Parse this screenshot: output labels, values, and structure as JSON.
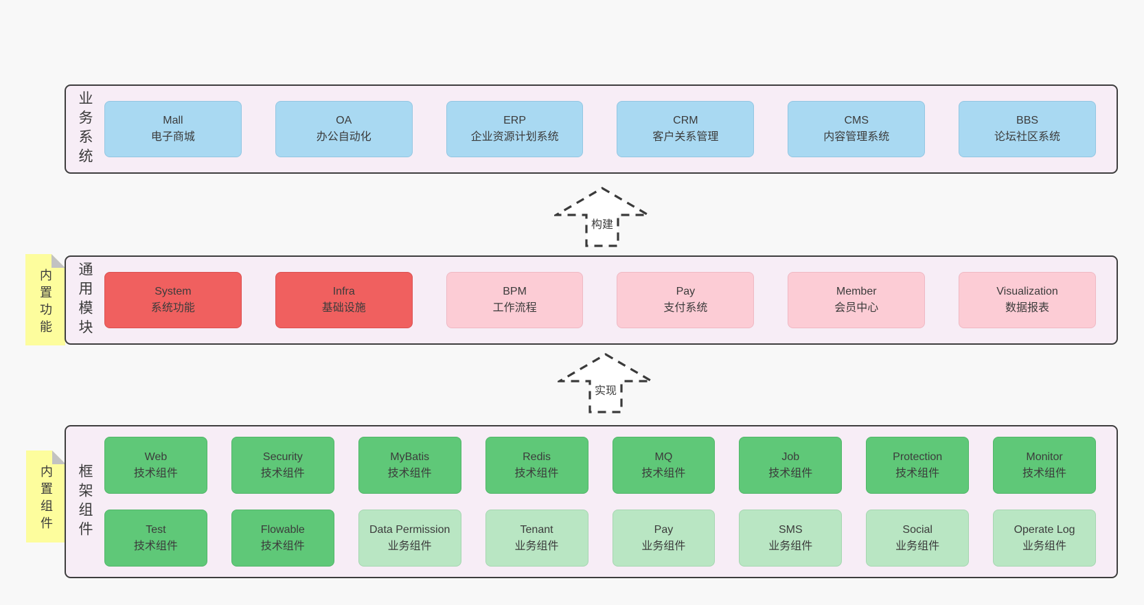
{
  "colors": {
    "page_background": "#f8f8f8",
    "container_fill": "#f7edf6",
    "container_border": "#3d3d3d",
    "blue_box": "#a9d9f2",
    "red_box": "#f0605f",
    "pink_box": "#fcccd5",
    "green_box": "#5fc878",
    "light_green_box": "#b9e6c3",
    "note_yellow": "#fdfd9d",
    "text": "#3b3b3b"
  },
  "arrows": [
    {
      "label": "构建"
    },
    {
      "label": "实现"
    }
  ],
  "layers": [
    {
      "label": "业务系统",
      "boxes": [
        {
          "name": "Mall",
          "desc": "电子商城",
          "variant": "blue"
        },
        {
          "name": "OA",
          "desc": "办公自动化",
          "variant": "blue"
        },
        {
          "name": "ERP",
          "desc": "企业资源计划系统",
          "variant": "blue"
        },
        {
          "name": "CRM",
          "desc": "客户关系管理",
          "variant": "blue"
        },
        {
          "name": "CMS",
          "desc": "内容管理系统",
          "variant": "blue"
        },
        {
          "name": "BBS",
          "desc": "论坛社区系统",
          "variant": "blue"
        }
      ]
    },
    {
      "label": "通用模块",
      "note": "内置功能",
      "boxes": [
        {
          "name": "System",
          "desc": "系统功能",
          "variant": "red"
        },
        {
          "name": "Infra",
          "desc": "基础设施",
          "variant": "red"
        },
        {
          "name": "BPM",
          "desc": "工作流程",
          "variant": "pink"
        },
        {
          "name": "Pay",
          "desc": "支付系统",
          "variant": "pink"
        },
        {
          "name": "Member",
          "desc": "会员中心",
          "variant": "pink"
        },
        {
          "name": "Visualization",
          "desc": "数据报表",
          "variant": "pink"
        }
      ]
    },
    {
      "label": "框架组件",
      "note": "内置组件",
      "rows": [
        [
          {
            "name": "Web",
            "desc": "技术组件",
            "variant": "green"
          },
          {
            "name": "Security",
            "desc": "技术组件",
            "variant": "green"
          },
          {
            "name": "MyBatis",
            "desc": "技术组件",
            "variant": "green"
          },
          {
            "name": "Redis",
            "desc": "技术组件",
            "variant": "green"
          },
          {
            "name": "MQ",
            "desc": "技术组件",
            "variant": "green"
          },
          {
            "name": "Job",
            "desc": "技术组件",
            "variant": "green"
          },
          {
            "name": "Protection",
            "desc": "技术组件",
            "variant": "green"
          },
          {
            "name": "Monitor",
            "desc": "技术组件",
            "variant": "green"
          }
        ],
        [
          {
            "name": "Test",
            "desc": "技术组件",
            "variant": "green"
          },
          {
            "name": "Flowable",
            "desc": "技术组件",
            "variant": "green"
          },
          {
            "name": "Data Permission",
            "desc": "业务组件",
            "variant": "lightgreen"
          },
          {
            "name": "Tenant",
            "desc": "业务组件",
            "variant": "lightgreen"
          },
          {
            "name": "Pay",
            "desc": "业务组件",
            "variant": "lightgreen"
          },
          {
            "name": "SMS",
            "desc": "业务组件",
            "variant": "lightgreen"
          },
          {
            "name": "Social",
            "desc": "业务组件",
            "variant": "lightgreen"
          },
          {
            "name": "Operate Log",
            "desc": "业务组件",
            "variant": "lightgreen"
          }
        ]
      ]
    }
  ]
}
